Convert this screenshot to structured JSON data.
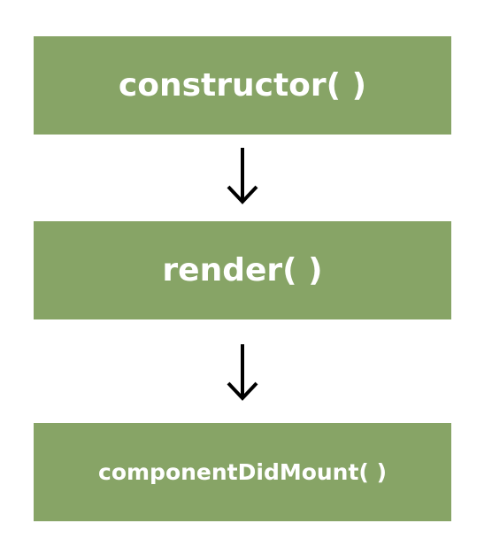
{
  "diagram": {
    "steps": [
      {
        "label": "constructor( )"
      },
      {
        "label": "render( )"
      },
      {
        "label": "componentDidMount( )"
      }
    ],
    "colors": {
      "box_fill": "#87a466",
      "box_text": "#ffffff",
      "arrow": "#000000",
      "background": "#ffffff"
    },
    "arrow_icon": "arrow-down-icon"
  }
}
